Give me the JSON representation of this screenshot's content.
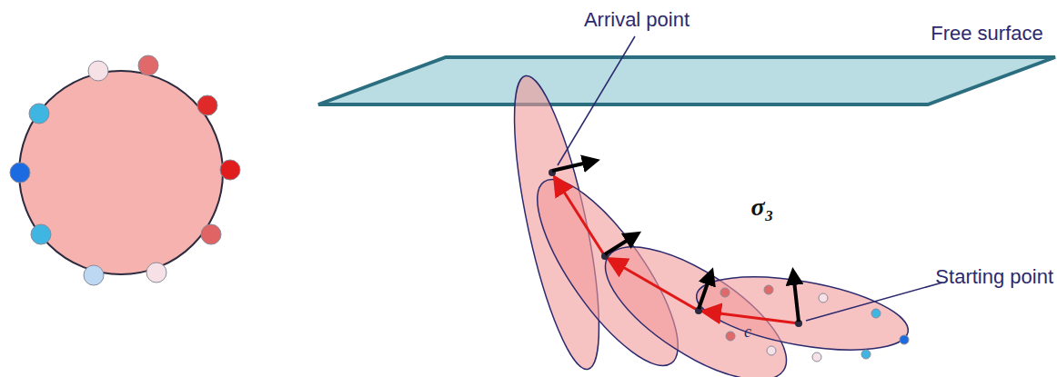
{
  "diagram": {
    "labels": [
      "Arrival point",
      "Free surface",
      "σ₃",
      "Starting point",
      "c"
    ]
  }
}
